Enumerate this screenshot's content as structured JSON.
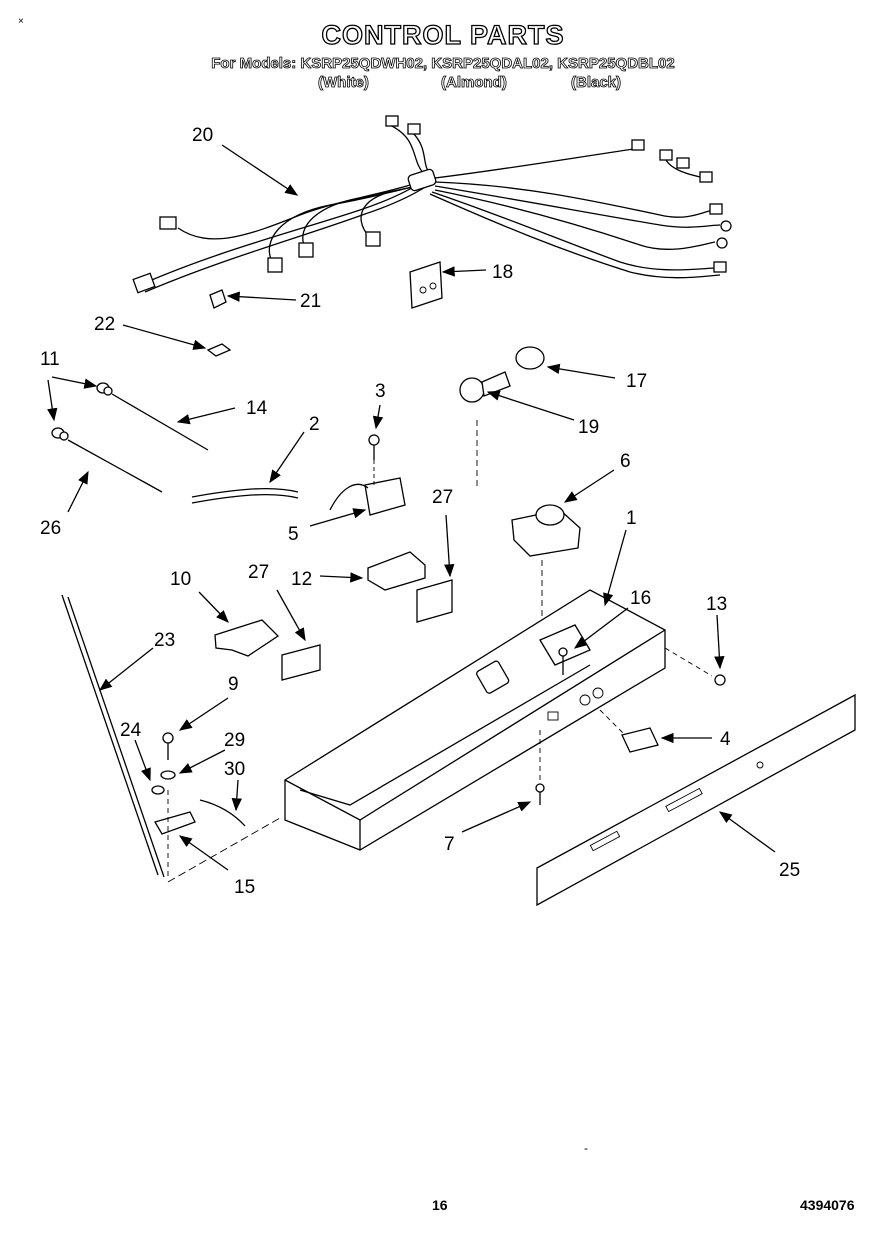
{
  "header": {
    "title": "CONTROL PARTS",
    "models_line": "For Models: KSRP25QDWH02, KSRP25QDAL02, KSRP25QDBL02",
    "variants": [
      "(White)",
      "(Almond)",
      "(Black)"
    ]
  },
  "corner_mark": "×",
  "footer": {
    "page_number": "16",
    "document_number": "4394076"
  },
  "callouts": {
    "c20": "20",
    "c18": "18",
    "c21": "21",
    "c22": "22",
    "c11": "11",
    "c14": "14",
    "c3": "3",
    "c17": "17",
    "c19": "19",
    "c2": "2",
    "c26": "26",
    "c5": "5",
    "c6": "6",
    "c27a": "27",
    "c27b": "27",
    "c1": "1",
    "c10": "10",
    "c12": "12",
    "c16": "16",
    "c13": "13",
    "c23": "23",
    "c9": "9",
    "c29": "29",
    "c24": "24",
    "c30": "30",
    "c4": "4",
    "c7": "7",
    "c25": "25",
    "c15": "15"
  },
  "stray_mark": "-"
}
